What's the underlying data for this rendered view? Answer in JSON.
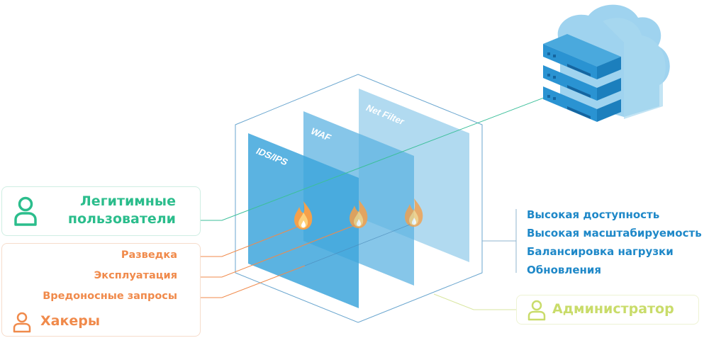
{
  "legitimate_users": {
    "label": "Легитимные пользователи",
    "line1": "Легитимные",
    "line2": "пользователи",
    "icon": "user-icon",
    "color": "#2bbd8c"
  },
  "hackers": {
    "label": "Хакеры",
    "icon": "user-icon",
    "color": "#f08a4b",
    "attacks": [
      "Разведка",
      "Эксплуатация",
      "Вредоносные запросы"
    ]
  },
  "administrator": {
    "label": "Администратор",
    "icon": "user-icon",
    "color": "#c9dc6a"
  },
  "layers": [
    {
      "label": "IDS/IPS",
      "icon": "fire-icon"
    },
    {
      "label": "WAF",
      "icon": "fire-icon"
    },
    {
      "label": "Net Filter",
      "icon": "fire-icon"
    }
  ],
  "features": {
    "color": "#1e88c8",
    "items": [
      "Высокая доступность",
      "Высокая масштабируемость",
      "Балансировка нагрузки",
      "Обновления"
    ]
  },
  "server": {
    "icon": "cloud-server-icon"
  }
}
